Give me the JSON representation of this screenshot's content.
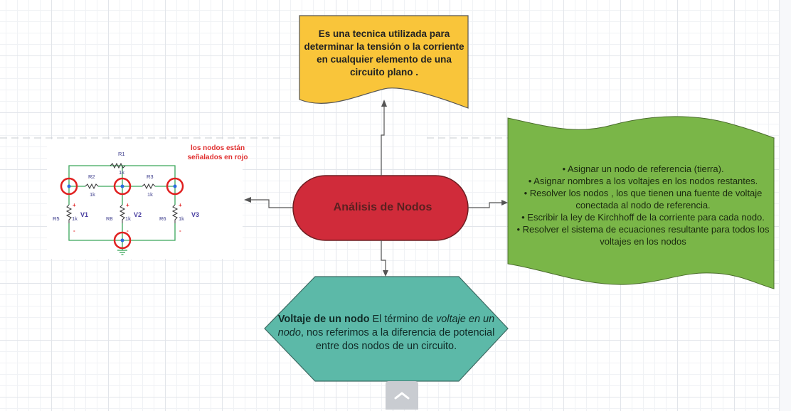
{
  "definition_text": "Es una tecnica utilizada para determinar  la tensión o la corriente en cualquier elemento de una circuito plano .",
  "center_label": "Análisis de Nodos",
  "steps": [
    "• Asignar un nodo de referencia (tierra).",
    "• Asignar nombres a los voltajes en los nodos restantes.",
    "• Resolver los nodos , los que tienen una fuente de voltaje conectada al nodo de referencia.",
    "• Escribir la ley de Kirchhoff de la corriente para cada nodo.",
    "• Resolver el sistema de ecuaciones resultante para todos los voltajes en los nodos"
  ],
  "voltage_node": {
    "term": "Voltaje de un nodo",
    "lead": " El término de ",
    "italic": "voltaje en un nodo",
    "rest": ", nos referimos a la diferencia de potencial entre dos nodos de un circuito."
  },
  "circuit": {
    "note": "los nodos están señalados en rojo",
    "labels": {
      "R1": "R1",
      "R1v": "1k",
      "R2": "R2",
      "R2v": "1k",
      "R3": "R3",
      "R3v": "1k",
      "R5": "R5",
      "R5v": "1k",
      "R8": "R8",
      "R8v": "1k",
      "R6": "R6",
      "R6v": "1k",
      "V1": "V1",
      "V2": "V2",
      "V3": "V3",
      "plus": "+",
      "minus": "-"
    }
  },
  "colors": {
    "yellow": "#f9c53a",
    "red": "#d02b3a",
    "green": "#7ab648",
    "teal": "#5cb9a8"
  }
}
